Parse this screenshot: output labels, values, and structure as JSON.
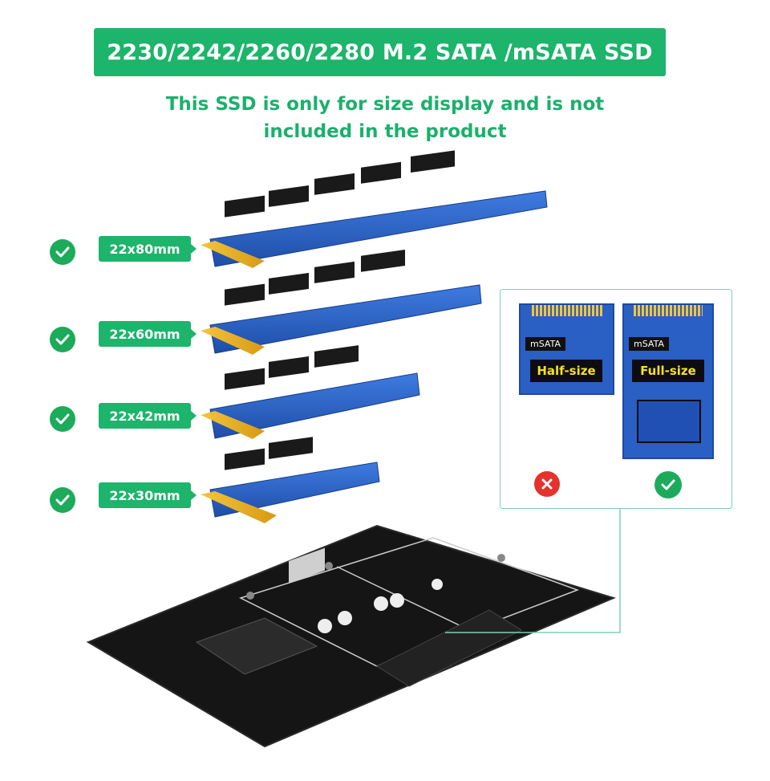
{
  "header": {
    "title": "2230/2242/2260/2280 M.2 SATA /mSATA SSD",
    "note_line1": "This SSD is only for size display and is not",
    "note_line2": "included in the product"
  },
  "sizes": [
    {
      "label": "22x80mm",
      "supported": true
    },
    {
      "label": "22x60mm",
      "supported": true
    },
    {
      "label": "22x42mm",
      "supported": true
    },
    {
      "label": "22x30mm",
      "supported": true
    }
  ],
  "msata": {
    "half": {
      "chip_label": "mSATA",
      "size_label": "Half-size",
      "supported": false
    },
    "full": {
      "chip_label": "mSATA",
      "size_label": "Full-size",
      "supported": true
    }
  },
  "colors": {
    "brand_green": "#1db46b",
    "pcb_blue": "#2a5fc4",
    "reject_red": "#e5322d",
    "board_black": "#151515"
  },
  "icons": [
    "check-icon",
    "cross-icon"
  ]
}
